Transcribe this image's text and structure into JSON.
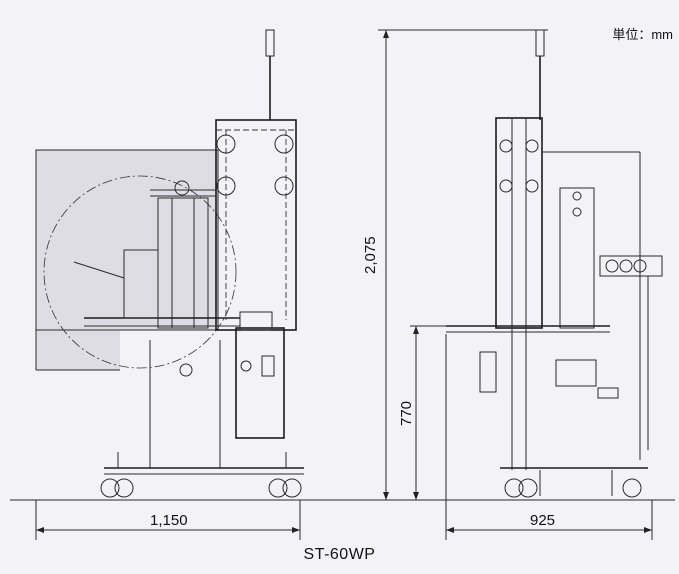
{
  "unit_label": "単位：mm",
  "model_name": "ST-60WP",
  "dimensions": {
    "front_width": "1,150",
    "side_width": "925",
    "total_height": "2,075",
    "table_height": "770"
  }
}
